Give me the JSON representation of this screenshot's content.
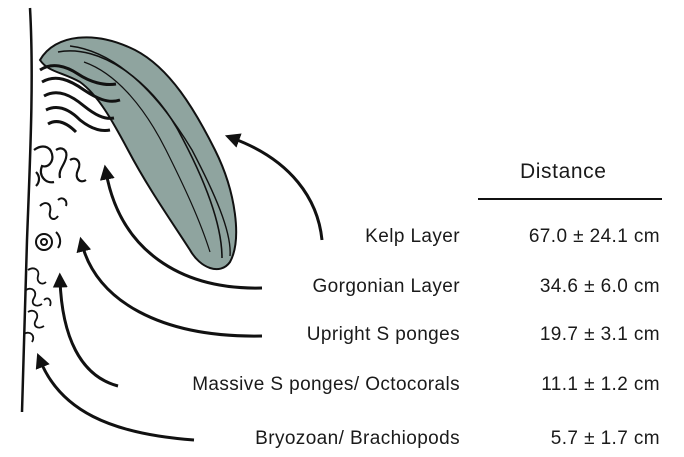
{
  "table": {
    "heading": "Distance",
    "rows": [
      {
        "layer": "Kelp Layer",
        "distance": "67.0 ± 24.1 cm"
      },
      {
        "layer": "Gorgonian Layer",
        "distance": "34.6 ± 6.0 cm"
      },
      {
        "layer": "Upright S ponges",
        "distance": "19.7 ± 3.1 cm"
      },
      {
        "layer": "Massive S ponges/ Octocorals",
        "distance": "11.1 ± 1.2 cm"
      },
      {
        "layer": "Bryozoan/ Brachiopods",
        "distance": "5.7 ± 1.7 cm"
      }
    ]
  },
  "colors": {
    "kelp_fill": "#8fa49f",
    "ink": "#111111"
  }
}
